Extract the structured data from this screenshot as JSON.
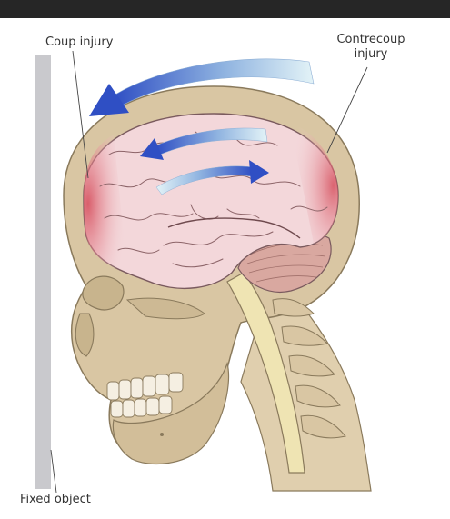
{
  "labels": {
    "coup": "Coup injury",
    "contrecoup_line1": "Contrecoup",
    "contrecoup_line2": "injury",
    "fixed_object": "Fixed object"
  },
  "colors": {
    "top_bar": "#262626",
    "fixed_object": "#c9c9cd",
    "bone": "#d9c6a3",
    "bone_stroke": "#8a7a5c",
    "brain": "#f3d7da",
    "brain_stroke": "#7a5a5e",
    "injury": "#d6505e",
    "arrow_blue": "#3b5fc9",
    "arrow_light": "#d9eef5",
    "cerebellum": "#d9a8a0",
    "spine": "#efe4b3"
  },
  "icons": {
    "big_arrow": "curved-arrow-left",
    "middle_arrow": "curved-arrow-left",
    "lower_arrow": "curved-arrow-right"
  }
}
